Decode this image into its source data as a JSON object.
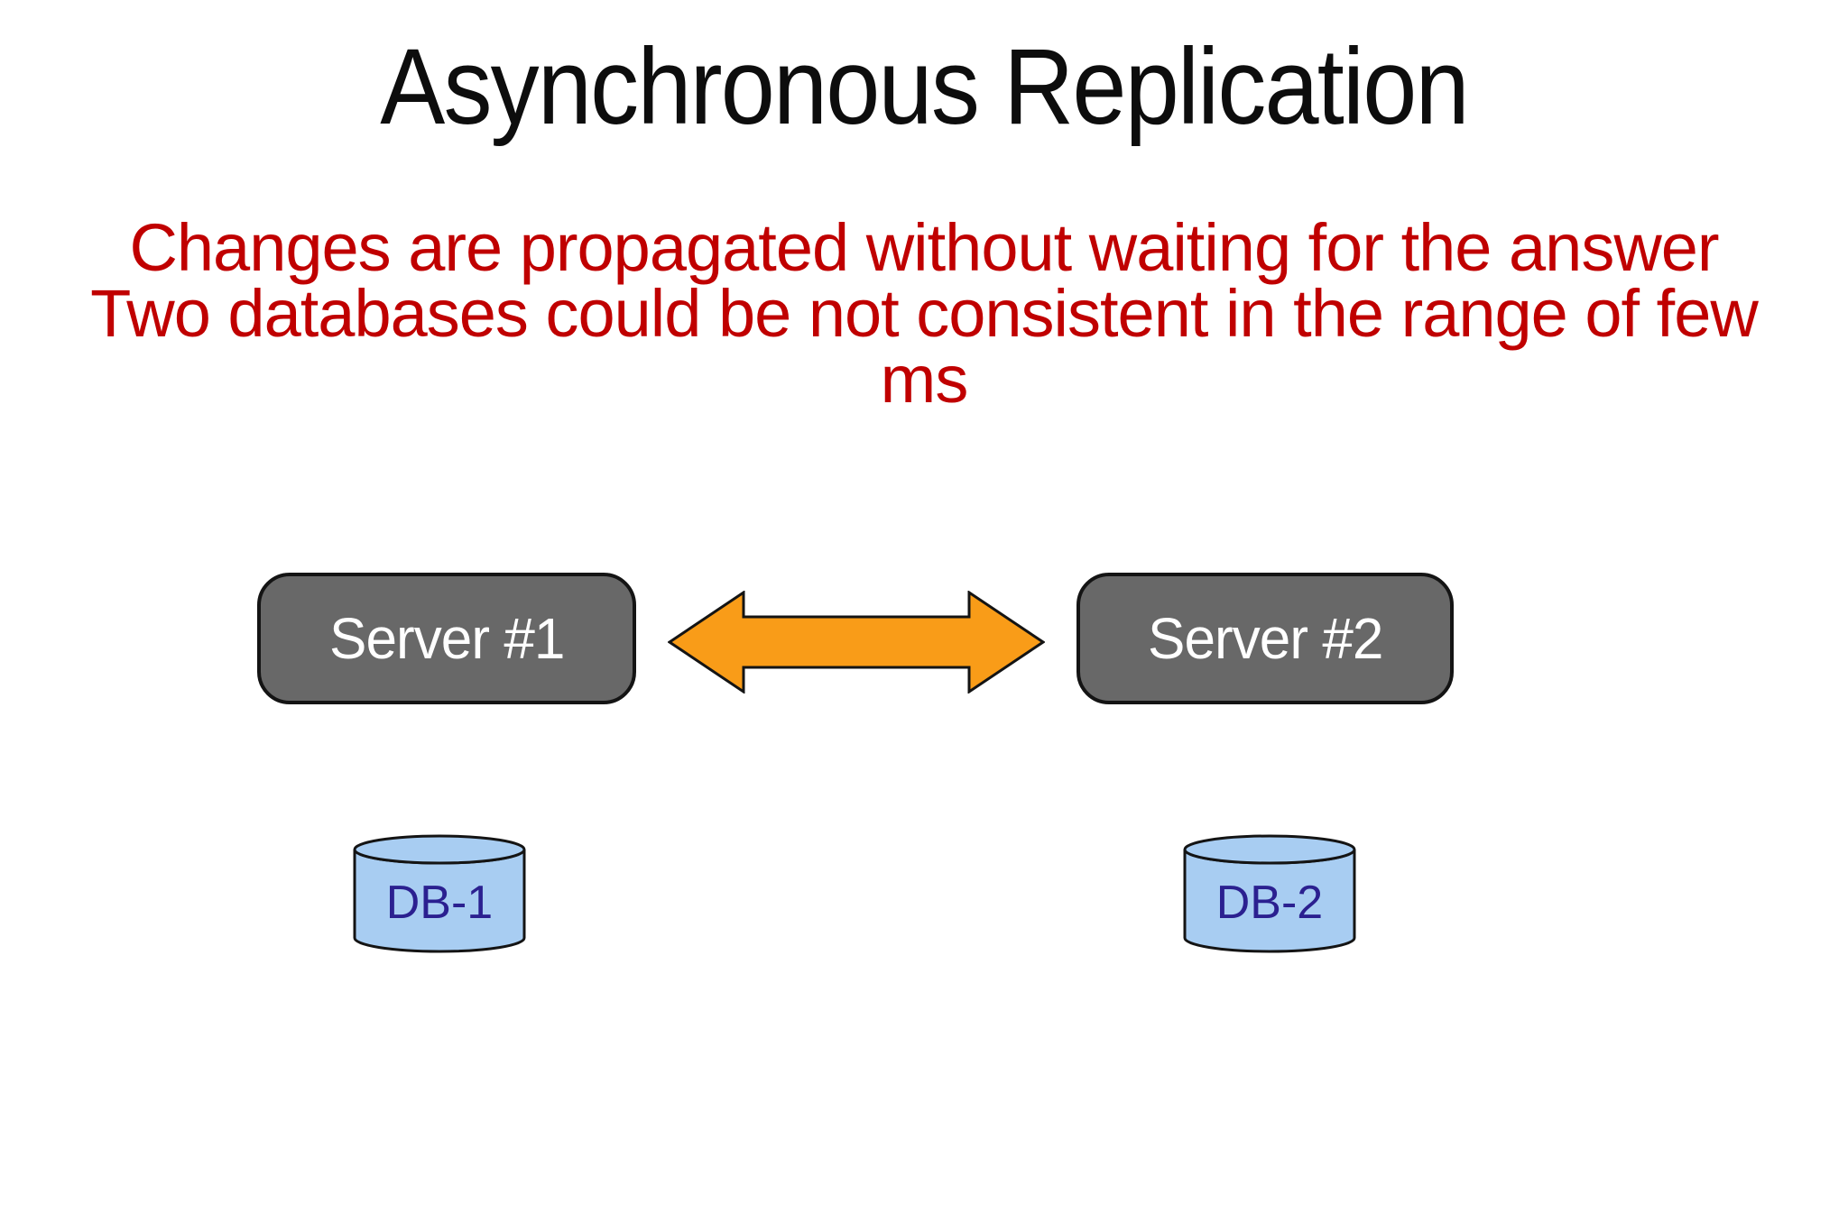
{
  "slide": {
    "title": "Asynchronous Replication",
    "subtitle": {
      "lines": [
        "Changes are propagated without waiting for the answer",
        "Two databases could be not consistent in the range of few",
        "ms"
      ]
    },
    "servers": [
      {
        "label": "Server #1"
      },
      {
        "label": "Server #2"
      }
    ],
    "databases": [
      {
        "label": "DB-1"
      },
      {
        "label": "DB-2"
      }
    ]
  },
  "colors": {
    "background": "#ffffff",
    "title-text": "#0d0d0d",
    "subtitle-text": "#c00000",
    "server-fill": "#686868",
    "server-text": "#ffffff",
    "shape-outline": "#141414",
    "arrow-fill": "#f99c18",
    "db-fill": "#a8cdf2",
    "db-text": "#2b2090"
  }
}
